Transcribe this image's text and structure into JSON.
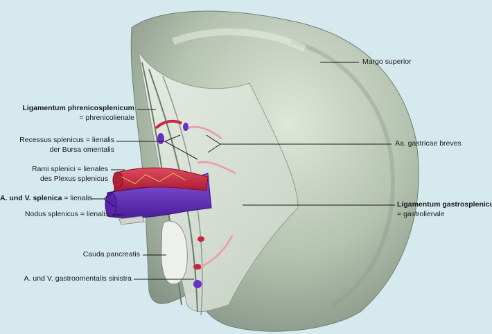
{
  "labels": {
    "margo_superior": "Margo superior",
    "lig_phrenico_bold": "Ligamentum phrenicosplenicum",
    "lig_phrenico_sub": "= phrenicolienale",
    "recessus_line1": "Recessus splenicus = lienalis",
    "recessus_line2": "der Bursa omentalis",
    "rami_line1": "Rami splenici = lienales",
    "rami_line2": "des Plexus splenicus",
    "a_v_splenica_bold": "A. und V. splenica",
    "a_v_splenica_rest": "= lienalis",
    "nodus": "Nodus splenicus = lienalis",
    "cauda": "Cauda pancreatis",
    "gastroomentalis": "A. und V. gastroomentalis sinistra",
    "gastricae_breves": "Aa. gastricae breves",
    "lig_gastro_bold": "Ligamentum gastrosplenicum",
    "lig_gastro_sub": "= gastrolienale"
  },
  "colors": {
    "background": "#d6e9ee",
    "spleen": "#b9c6b3",
    "artery": "#c8273f",
    "vein": "#6a2fc4",
    "leader": "#1a1a1a"
  }
}
